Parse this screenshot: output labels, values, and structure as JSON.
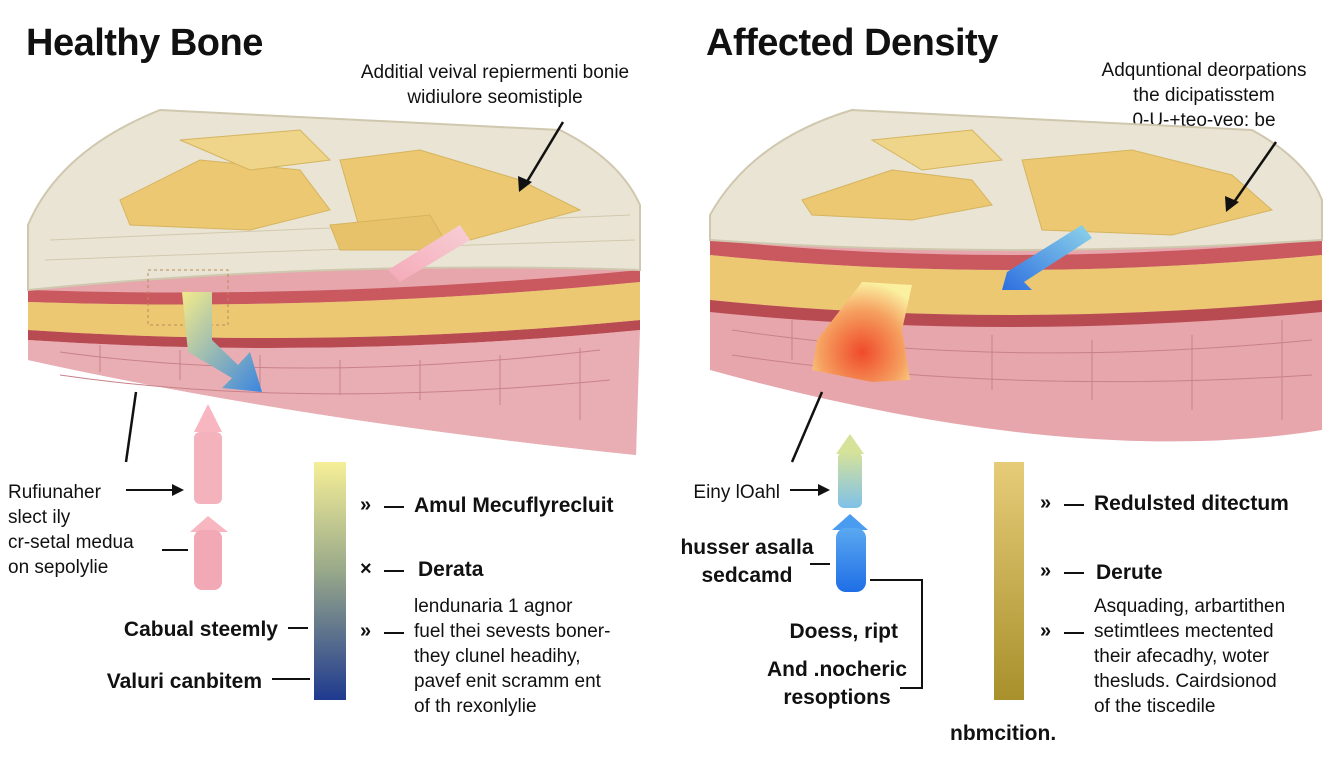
{
  "left": {
    "title": "Healthy Bone",
    "top_note": "Additial veival repiermenti bonie\nwidiulore seomistiple",
    "side_label_1": "Rufiunaher\nslect ily\ncr-setal medua\non sepolylie",
    "label_bottom_1": "Cabual steemly",
    "label_bottom_2": "Valuri canbitem",
    "legend": [
      {
        "marker": "»",
        "label": "Amul Mecuflyrecluit"
      },
      {
        "marker": "×",
        "label": "Derata"
      },
      {
        "marker": "»",
        "label": "lendunaria 1 agnor\nfuel thei sevests boner-\nthey clunel headihy,\npavef enit scramm ent\nof th rexonlylie"
      }
    ]
  },
  "right": {
    "title": "Affected Density",
    "top_note": "Adquntional deorpations\nthe dicipatisstem\n0-U-+teo-veo: be",
    "side_label_1": "Einy lOahl",
    "side_label_2": "husser asalla\nsedcamd",
    "label_bottom_1": "Doess, ript",
    "label_bottom_2": "And .nocheric\nresoptions",
    "legend": [
      {
        "marker": "»",
        "label": "Redulsted ditectum"
      },
      {
        "marker": "»",
        "label": "Derute"
      },
      {
        "marker": "»",
        "label": "Asquading, arbartithen\nsetimtlees mectented\ntheir afecadhy, woter\nthesluds. Cairdsionod\nof the tiscedile"
      }
    ],
    "footer": "nbmcition."
  },
  "colors": {
    "bone_top": "#e9e4d3",
    "marrow_yellow": "#ecc872",
    "tissue_pink": "#e6a6ac",
    "stripe_red": "#c9585f",
    "gradient_top": "#f6ef97",
    "gradient_bottom": "#1f3a8f",
    "gold_bar": "#b89b35"
  }
}
